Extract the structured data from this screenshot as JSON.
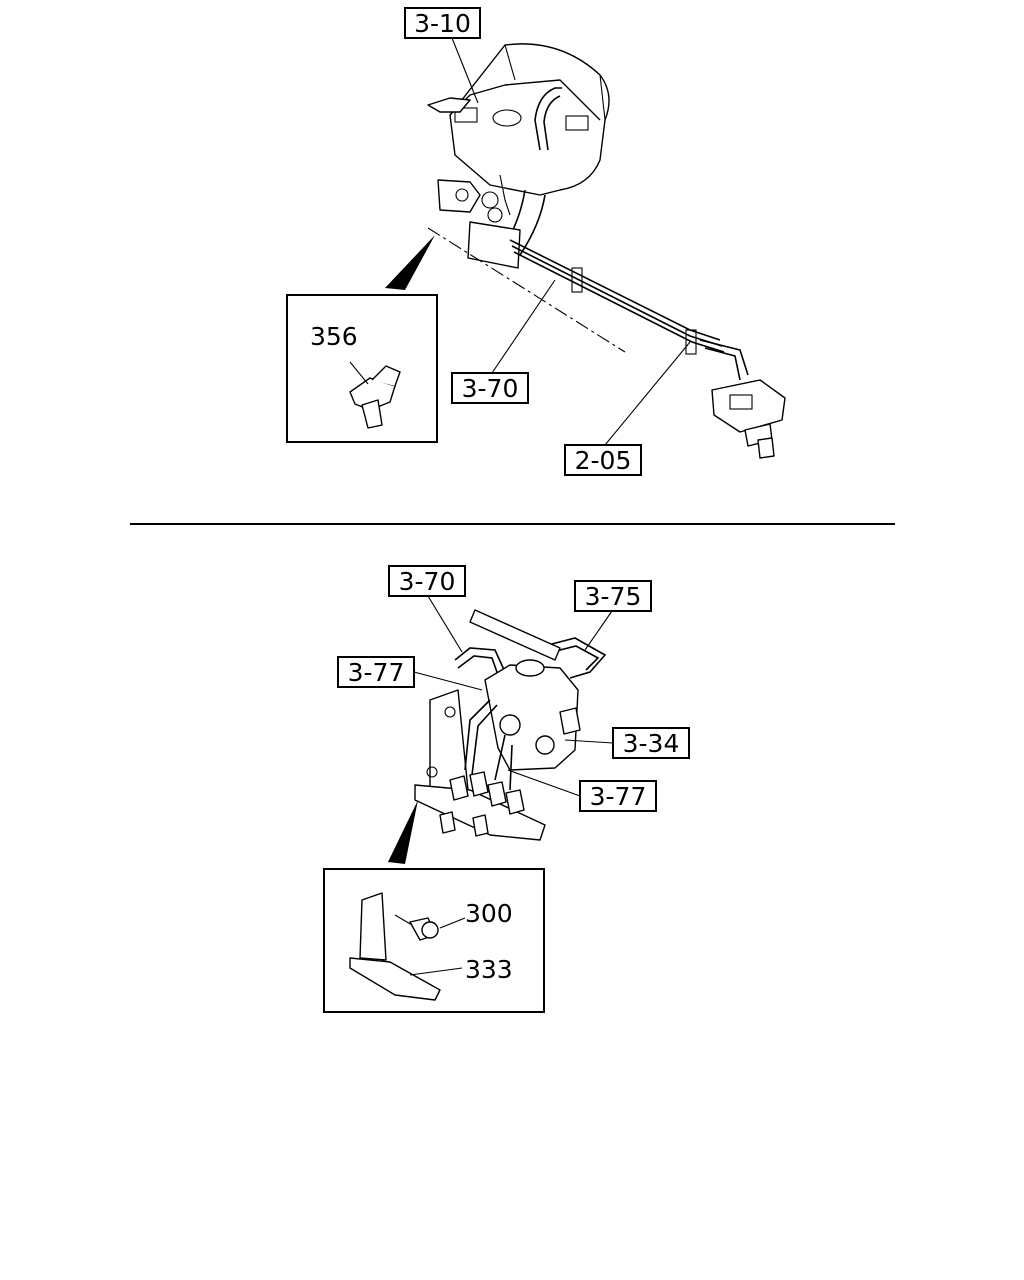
{
  "upper_view": {
    "callouts": [
      "3-10",
      "3-70",
      "2-05"
    ],
    "detail_label": "356"
  },
  "lower_view": {
    "callouts": [
      "3-70",
      "3-75",
      "3-77",
      "3-34",
      "3-77"
    ],
    "detail_labels": [
      "300",
      "333"
    ]
  }
}
